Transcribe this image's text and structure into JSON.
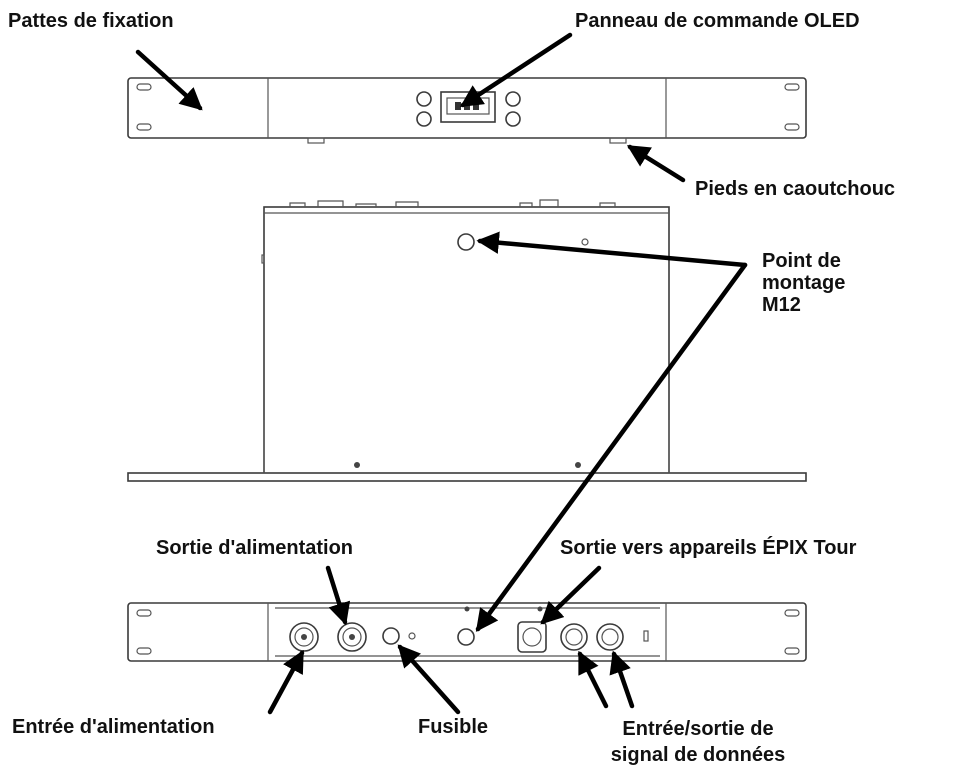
{
  "labels": {
    "mounting_brackets": "Pattes de fixation",
    "oled_panel": "Panneau de commande OLED",
    "rubber_feet": "Pieds en caoutchouc",
    "mount_point_line1": "Point de",
    "mount_point_line2": "montage",
    "mount_point_line3": "M12",
    "power_out": "Sortie d'alimentation",
    "epix_out": "Sortie vers appareils ÉPIX Tour",
    "power_in": "Entrée d'alimentation",
    "fuse": "Fusible",
    "data_io_line1": "Entrée/sortie de",
    "data_io_line2": "signal de données"
  },
  "colors": {
    "line": "#3a3a3a",
    "arrow": "#000000",
    "text": "#111111"
  }
}
